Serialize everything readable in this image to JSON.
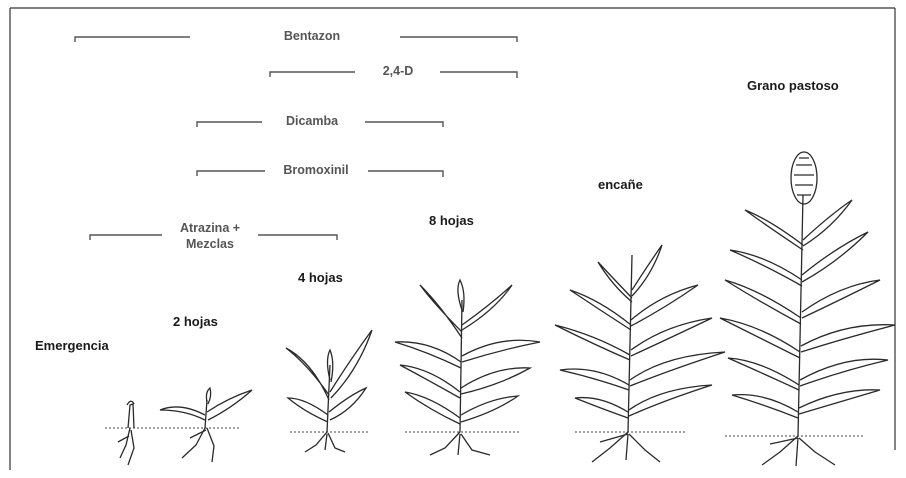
{
  "herbicides": [
    {
      "label": "Bentazon"
    },
    {
      "label": "2,4-D"
    },
    {
      "label": "Dicamba"
    },
    {
      "label": "Bromoxinil"
    },
    {
      "label_line1": "Atrazina +",
      "label_line2": "Mezclas"
    }
  ],
  "stages": [
    {
      "label": "Emergencia"
    },
    {
      "label": "2 hojas"
    },
    {
      "label": "4 hojas"
    },
    {
      "label": "8 hojas"
    },
    {
      "label": "encañe"
    },
    {
      "label": "Grano pastoso"
    }
  ],
  "colors": {
    "bracket": "#555555",
    "plant": "#2a2a2a",
    "text": "#1a1a1a",
    "frame": "#333333"
  }
}
